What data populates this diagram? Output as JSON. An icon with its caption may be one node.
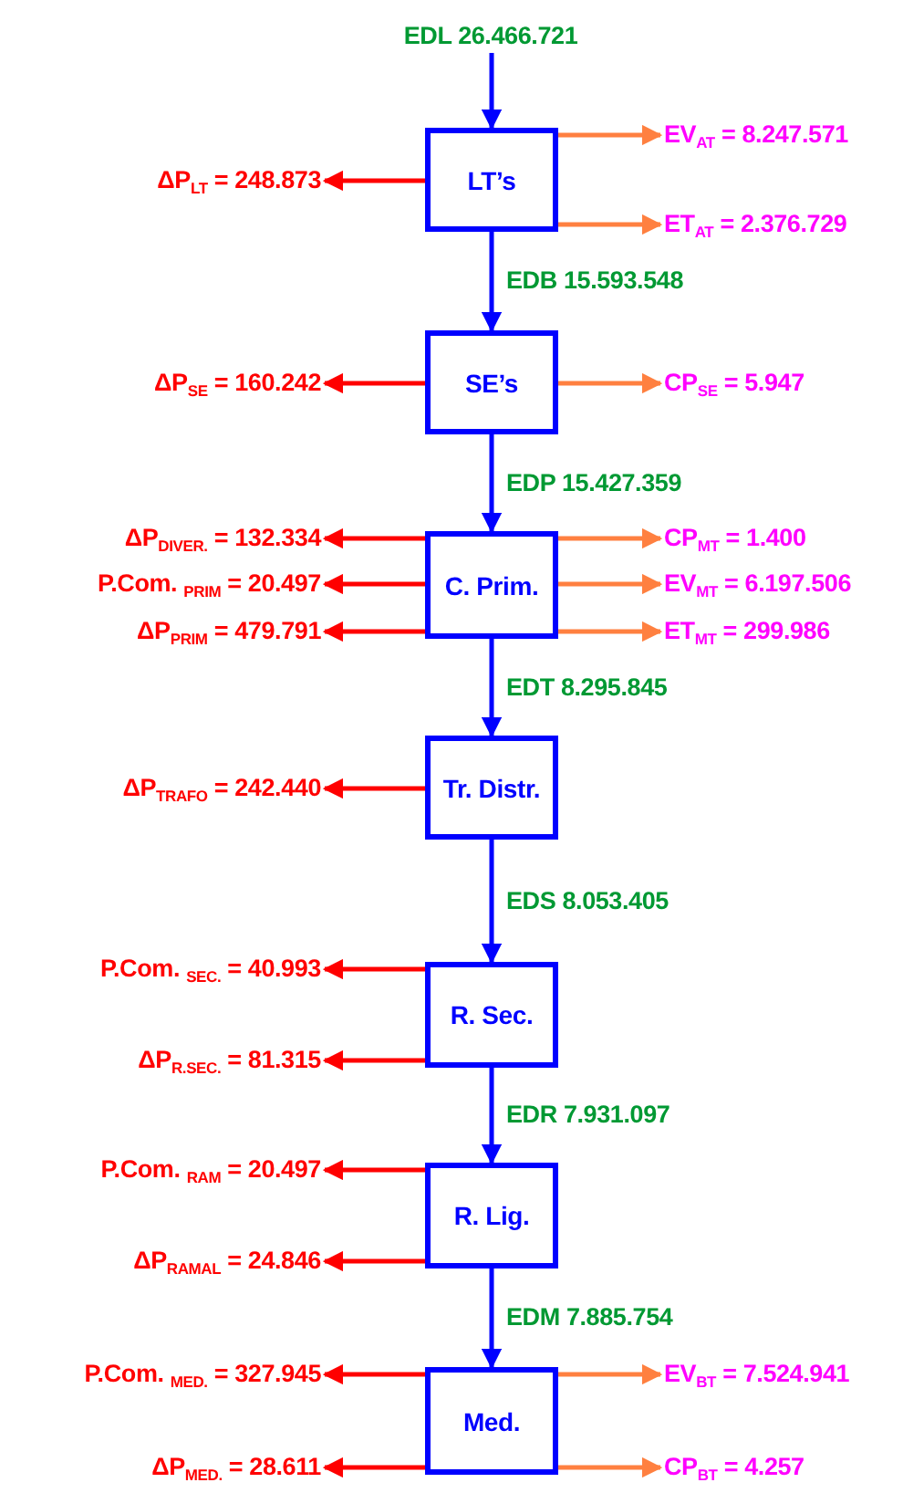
{
  "diagram": {
    "nodes": [
      {
        "text": [
          "EDL 26.466.721"
        ]
      },
      {
        "text": [
          "EV$_{AT}$ = 8.247.571"
        ]
      },
      {
        "text": [
          "ΔP$_{LT}$ = 248.873"
        ]
      },
      {
        "text": [
          "LT’s"
        ]
      },
      {
        "text": [
          "ET$_{AT}$ = 2.376.729"
        ]
      },
      {
        "text": [
          "ΔP$_{SE}$ = 160.242"
        ]
      },
      {
        "text": [
          "SE’s"
        ]
      },
      {
        "text": [
          "CP$_{SE}$ = 5.947"
        ]
      },
      {
        "text": [
          "ΔP$_{DIVER.}$ = 132.334"
        ]
      },
      {
        "text": [
          "CP$_{MT}$ = 1.400"
        ]
      },
      {
        "text": [
          "P.Com. $_{PRIM}$ = 20.497"
        ]
      },
      {
        "text": [
          "C. Prim."
        ]
      },
      {
        "text": [
          "EV$_{MT}$ = 6.197.506"
        ]
      },
      {
        "text": [
          "ΔP$_{PRIM}$ = 479.791"
        ]
      },
      {
        "text": [
          "ET$_{MT}$ = 299.986"
        ]
      },
      {
        "text": [
          "ΔP$_{TRAFO}$ = 242.440"
        ]
      },
      {
        "text": [
          "Tr. Distr."
        ]
      },
      {
        "text": [
          "P.Com. $_{SEC.}$ = 40.993"
        ]
      },
      {
        "text": [
          "R. Sec."
        ]
      },
      {
        "text": [
          "ΔP$_{R.SEC.}$ = 81.315"
        ]
      },
      {
        "text": [
          "P.Com. $_{RAM}$ = 20.497"
        ]
      },
      {
        "text": [
          "R. Lig."
        ]
      },
      {
        "text": [
          "ΔP$_{RAMAL}$ = 24.846"
        ]
      },
      {
        "text": [
          "P.Com. $_{MED.}$ = 327.945"
        ]
      },
      {
        "text": [
          "EV$_{BT}$ = 7.524.941"
        ]
      },
      {
        "text": [
          "Med."
        ]
      },
      {
        "text": [
          "ΔP$_{MED.}$ = 28.611"
        ]
      },
      {
        "text": [
          "CP$_{BT}$ = 4.257"
        ]
      }
    ],
    "edges": [
      {
        "from": 0,
        "to": 3,
        "arrow": "to",
        "color": "#0000ff"
      },
      {
        "from": 3,
        "to": 1,
        "arrow": "to",
        "color": "#ff8040"
      },
      {
        "from": 3,
        "to": 2,
        "arrow": "to"
      },
      {
        "from": 3,
        "to": 4,
        "arrow": "to",
        "color": "#ff8040"
      },
      {
        "from": 3,
        "to": 6,
        "arrow": "to",
        "label": "EDB 15.593.548",
        "color": "#0000ff"
      },
      {
        "from": 6,
        "to": 5,
        "arrow": "to"
      },
      {
        "from": 6,
        "to": 7,
        "arrow": "to",
        "color": "#ff8040"
      },
      {
        "from": 6,
        "to": 11,
        "arrow": "to",
        "label": "EDP 15.427.359",
        "color": "#0000ff"
      },
      {
        "from": 11,
        "to": 8,
        "arrow": "to"
      },
      {
        "from": 11,
        "to": 9,
        "arrow": "to",
        "color": "#ff8040"
      },
      {
        "from": 11,
        "to": 10,
        "arrow": "to"
      },
      {
        "from": 11,
        "to": 12,
        "arrow": "to",
        "color": "#ff8040"
      },
      {
        "from": 11,
        "to": 13,
        "arrow": "to"
      },
      {
        "from": 11,
        "to": 14,
        "arrow": "to",
        "color": "#ff8040"
      },
      {
        "from": 11,
        "to": 16,
        "arrow": "to",
        "label": "EDT 8.295.845",
        "color": "#0000ff"
      },
      {
        "from": 16,
        "to": 15,
        "arrow": "to"
      },
      {
        "from": 16,
        "to": 18,
        "arrow": "to",
        "label": "EDS 8.053.405",
        "color": "#0000ff"
      },
      {
        "from": 18,
        "to": 17,
        "arrow": "to"
      },
      {
        "from": 18,
        "to": 19,
        "arrow": "to"
      },
      {
        "from": 18,
        "to": 21,
        "arrow": "to",
        "label": "EDR 7.931.097",
        "color": "#0000ff"
      },
      {
        "from": 21,
        "to": 20,
        "arrow": "to"
      },
      {
        "from": 21,
        "to": 22,
        "arrow": "to"
      },
      {
        "from": 21,
        "to": 25,
        "arrow": "to",
        "label": "EDM 7.885.754",
        "color": "#0000ff"
      },
      {
        "from": 25,
        "to": 23,
        "arrow": "to"
      },
      {
        "from": 25,
        "to": 24,
        "arrow": "to",
        "color": "#ff8040"
      },
      {
        "from": 25,
        "to": 26,
        "arrow": "to"
      },
      {
        "from": 25,
        "to": 27,
        "arrow": "to",
        "color": "#ff8040"
      }
    ]
  }
}
